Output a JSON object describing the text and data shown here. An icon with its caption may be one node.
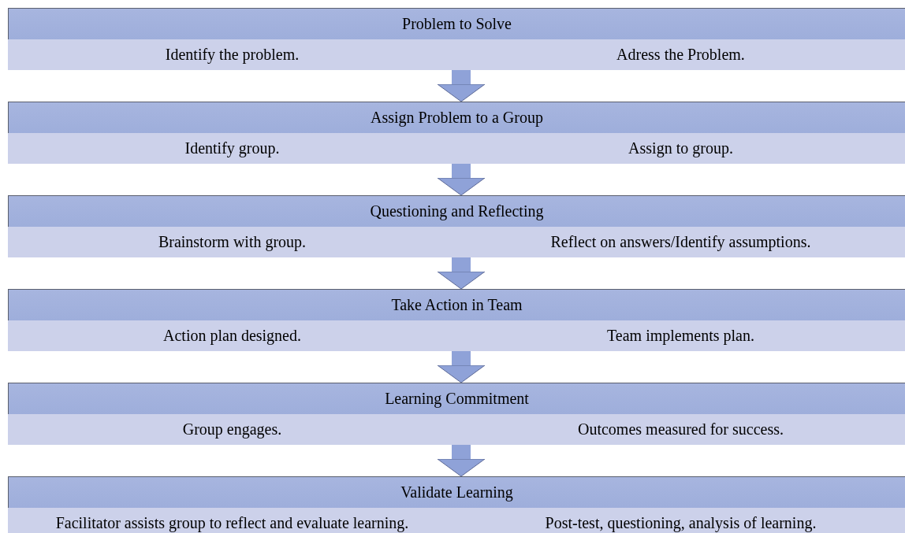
{
  "diagram": {
    "nodes": [
      {
        "text": [
          "Problem to Solve"
        ]
      },
      {
        "text": [
          "Identify the problem.",
          "Adress the Problem."
        ]
      },
      {
        "text": [
          "Assign Problem to a Group"
        ]
      },
      {
        "text": [
          "Identify group.",
          "Assign to group."
        ]
      },
      {
        "text": [
          "Questioning and Reflecting"
        ]
      },
      {
        "text": [
          "Brainstorm with group.",
          "Reflect on answers/Identify assumptions."
        ]
      },
      {
        "text": [
          "Take Action in Team"
        ]
      },
      {
        "text": [
          "Action plan designed.",
          "Team implements plan."
        ]
      },
      {
        "text": [
          "Learning Commitment"
        ]
      },
      {
        "text": [
          "Group engages.",
          "Outcomes measured for success."
        ]
      },
      {
        "text": [
          "Validate Learning"
        ]
      },
      {
        "text": [
          "Facilitator assists group to reflect and evaluate learning.",
          "Post-test, questioning, analysis of learning."
        ]
      }
    ],
    "edges": [
      {
        "from": 1,
        "to": 2,
        "arrow": "to"
      },
      {
        "from": 3,
        "to": 4,
        "arrow": "to"
      },
      {
        "from": 5,
        "to": 6,
        "arrow": "to"
      },
      {
        "from": 7,
        "to": 8,
        "arrow": "to"
      },
      {
        "from": 9,
        "to": 10,
        "arrow": "to"
      }
    ]
  }
}
